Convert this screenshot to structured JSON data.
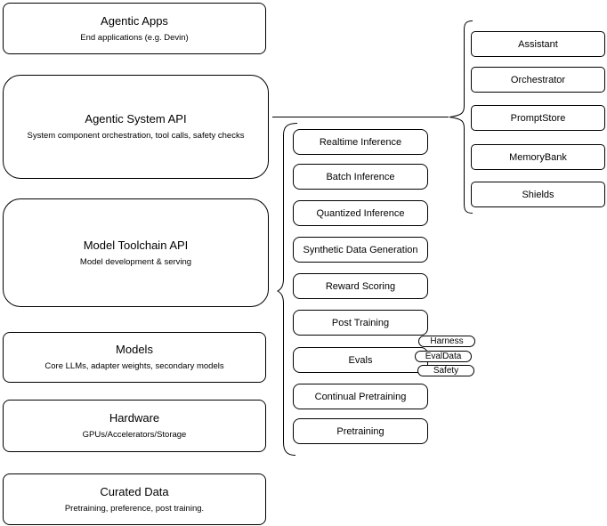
{
  "colors": {
    "stroke": "#000000",
    "background": "#ffffff",
    "text": "#000000"
  },
  "left_stack": [
    {
      "title": "Agentic Apps",
      "subtitle": "End applications (e.g. Devin)"
    },
    {
      "title": "Agentic System API",
      "subtitle": "System component orchestration, tool calls, safety checks"
    },
    {
      "title": "Model Toolchain API",
      "subtitle": "Model development & serving"
    },
    {
      "title": "Models",
      "subtitle": "Core LLMs, adapter weights, secondary models"
    },
    {
      "title": "Hardware",
      "subtitle": "GPUs/Accelerators/Storage"
    },
    {
      "title": "Curated Data",
      "subtitle": "Pretraining, preference, post training."
    }
  ],
  "toolchain_services": [
    {
      "label": "Realtime Inference"
    },
    {
      "label": "Batch Inference"
    },
    {
      "label": "Quantized Inference"
    },
    {
      "label": "Synthetic Data Generation"
    },
    {
      "label": "Reward Scoring"
    },
    {
      "label": "Post Training"
    },
    {
      "label": "Evals"
    },
    {
      "label": "Continual Pretraining"
    },
    {
      "label": "Pretraining"
    }
  ],
  "eval_tags": [
    {
      "label": "Harness"
    },
    {
      "label": "EvalData"
    },
    {
      "label": "Safety"
    }
  ],
  "agentic_components": [
    {
      "label": "Assistant"
    },
    {
      "label": "Orchestrator"
    },
    {
      "label": "PromptStore"
    },
    {
      "label": "MemoryBank"
    },
    {
      "label": "Shields"
    }
  ]
}
